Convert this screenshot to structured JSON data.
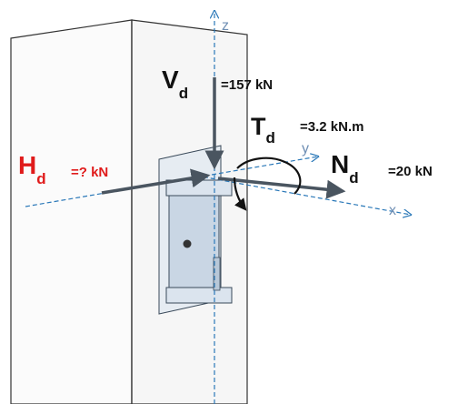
{
  "colors": {
    "force_arrow": "#4a5560",
    "axis": "#2a78b8",
    "axis_label": "#6f8fb4",
    "red_text": "#e01b1b",
    "dark_text": "#111111",
    "column_fill": "#fbfbfb",
    "column_edge": "#333333",
    "bracket_fill": "#c9d6e4",
    "bracket_edge": "#3a4a5a"
  },
  "axes": {
    "z": "z",
    "y": "y",
    "x": "x"
  },
  "loads": {
    "vertical": {
      "symbol": "V",
      "subscript": "d",
      "value": "=157 kN"
    },
    "horizontal": {
      "symbol": "H",
      "subscript": "d",
      "value": "=? kN"
    },
    "torsion": {
      "symbol": "T",
      "subscript": "d",
      "value": "=3.2 kN.m"
    },
    "normal": {
      "symbol": "N",
      "subscript": "d",
      "value": "=20 kN"
    }
  }
}
